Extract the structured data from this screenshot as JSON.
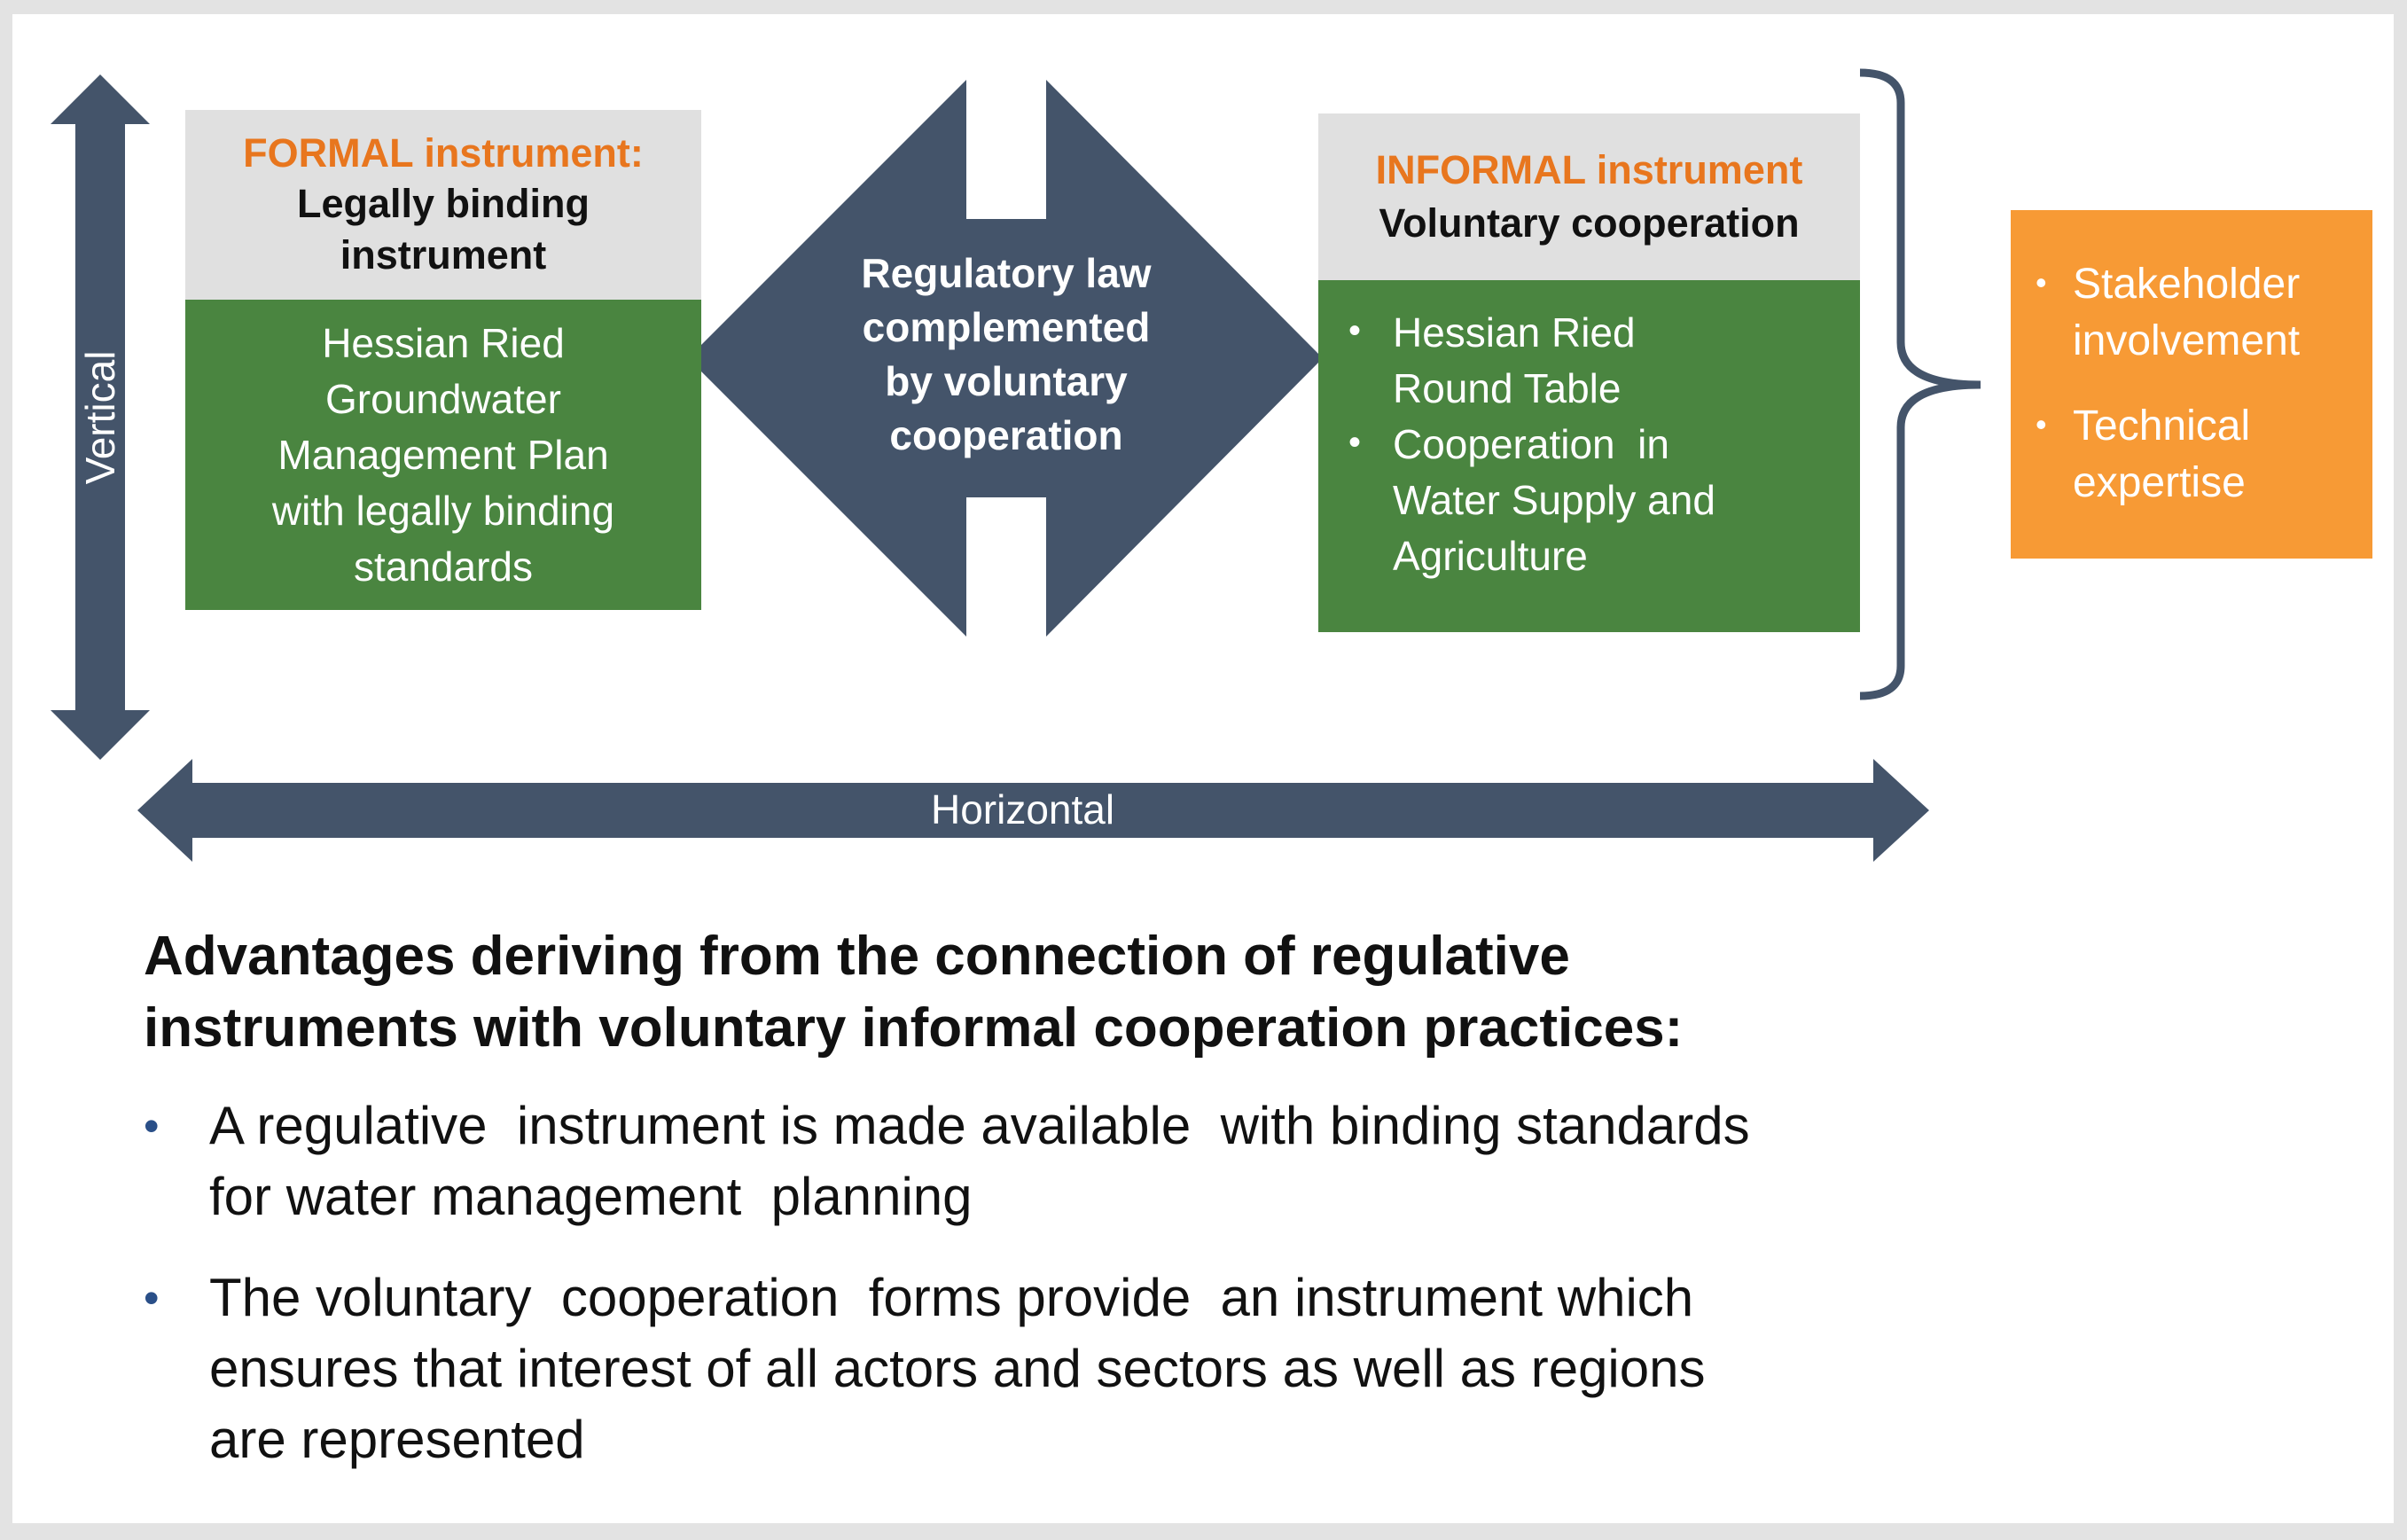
{
  "vertical_axis": {
    "label": "Vertical"
  },
  "horizontal_axis": {
    "label": "Horizontal"
  },
  "formal": {
    "title": "FORMAL instrument:",
    "subtitle_line1": "Legally binding",
    "subtitle_line2": "instrument",
    "body_lines": [
      "Hessian Ried",
      "Groundwater",
      "Management Plan",
      "with legally binding",
      "standards"
    ]
  },
  "center": {
    "lines": [
      "Regulatory law",
      "complemented",
      "by voluntary",
      "cooperation"
    ]
  },
  "informal": {
    "title": "INFORMAL instrument",
    "subtitle": "Voluntary cooperation",
    "items": [
      {
        "lines": [
          "Hessian Ried",
          "Round Table"
        ]
      },
      {
        "lines": [
          "Cooperation  in",
          "Water Supply and",
          "Agriculture"
        ]
      }
    ]
  },
  "stakeholder": {
    "items": [
      {
        "lines": [
          "Stakeholder",
          "involvement"
        ]
      },
      {
        "lines": [
          "Technical",
          "expertise"
        ]
      }
    ]
  },
  "advantages": {
    "heading_lines": [
      "Advantages deriving from the connection of regulative",
      "instruments with voluntary informal cooperation practices:"
    ],
    "items": [
      {
        "lines": [
          "A regulative  instrument is made available  with binding standards",
          "for water management  planning"
        ]
      },
      {
        "lines": [
          "The voluntary  cooperation  forms provide  an instrument which",
          "ensures that interest of all actors and sectors as well as regions",
          "are represented"
        ]
      }
    ]
  },
  "colors": {
    "navy": "#44546a",
    "green": "#4a8540",
    "orange_box": "#f79a35",
    "orange_text": "#e8761e",
    "header_grey": "#e0e0e0",
    "bullet_blue": "#2a4f88"
  }
}
